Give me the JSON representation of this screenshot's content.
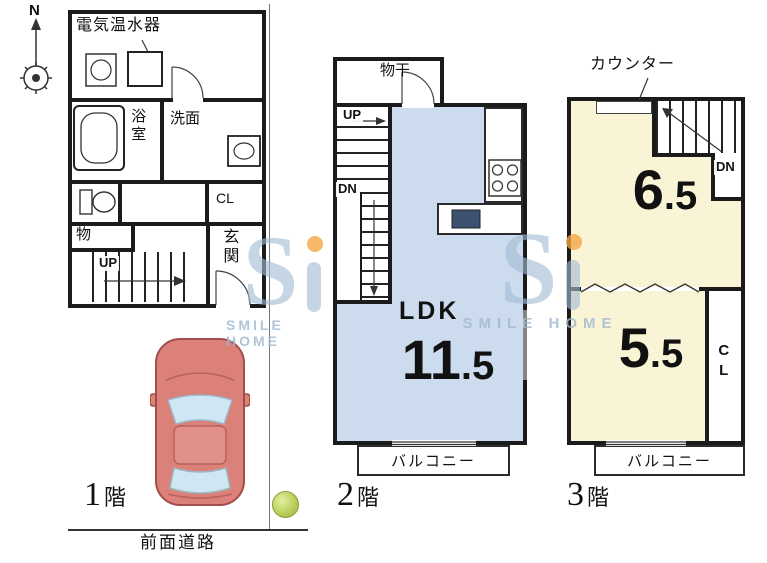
{
  "compass": {
    "north": "N"
  },
  "watermark": {
    "logo": "S",
    "text": "SMILE HOME"
  },
  "floor1": {
    "name_num": "1",
    "name_suffix": "階",
    "water_heater": "電気温水器",
    "bath": "浴室",
    "washroom": "洗面",
    "closet": "CL",
    "storage": "物",
    "up": "UP",
    "entrance": "玄関",
    "road": "前面道路"
  },
  "floor2": {
    "name_num": "2",
    "name_suffix": "階",
    "drying": "物干",
    "up": "UP",
    "down": "DN",
    "ldk": "LDK",
    "ldk_size_main": "11",
    "ldk_size_frac": ".5",
    "balcony": "バルコニー"
  },
  "floor3": {
    "name_num": "3",
    "name_suffix": "階",
    "counter": "カウンター",
    "down": "DN",
    "room_a_main": "6",
    "room_a_frac": ".5",
    "room_b_main": "5",
    "room_b_frac": ".5",
    "closet": "CL",
    "balcony": "バルコニー"
  },
  "colors": {
    "wall": "#1b1b1b",
    "ldk_fill": "#ccdcee",
    "room_fill": "#faf4d6",
    "car_body": "#db8179",
    "glass": "#cfe7f2",
    "tree": "#b7cc57",
    "watermark": "#a3bbd3",
    "watermark_accent": "#f2a642"
  }
}
